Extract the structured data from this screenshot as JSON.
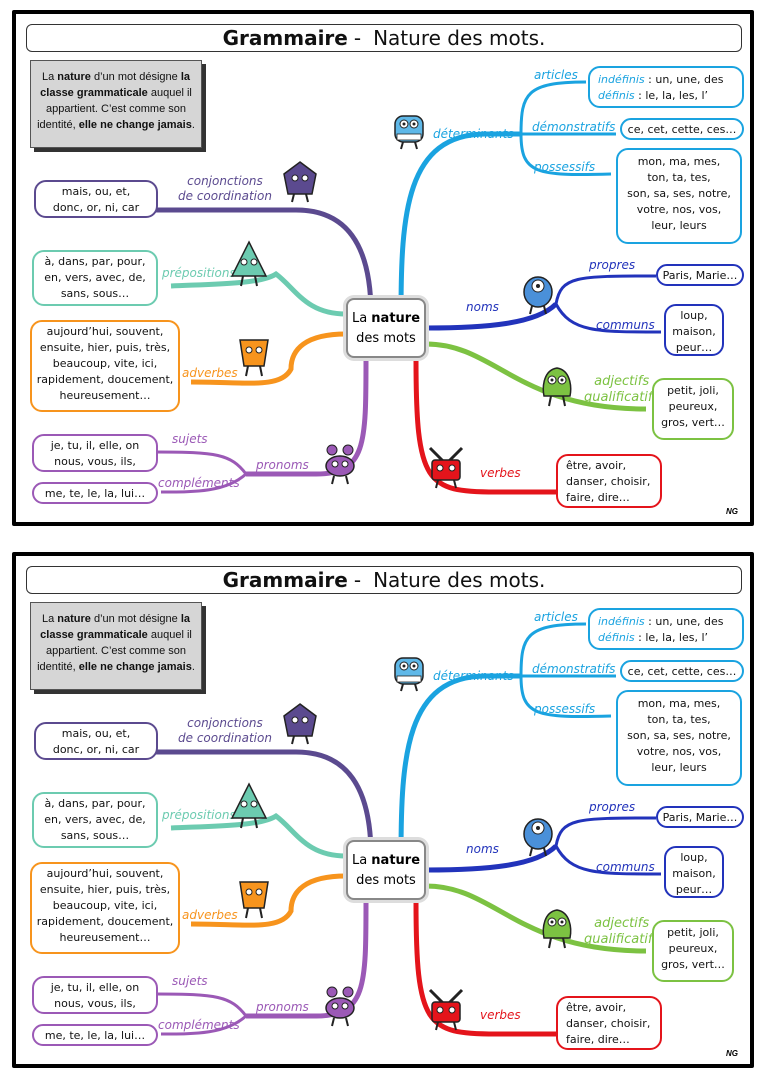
{
  "title": {
    "main": "Grammaire",
    "separator": "-",
    "sub": "Nature des mots."
  },
  "definition": {
    "part1": "La ",
    "bold1": "nature",
    "part2": " d’un mot désigne ",
    "bold2": "la classe grammaticale",
    "part3": " auquel il appartient. C’est comme son identité, ",
    "bold3": "elle ne change jamais",
    "part4": "."
  },
  "center": {
    "line1a": "La ",
    "line1b": "nature",
    "line2": "des mots"
  },
  "branches": {
    "determinants": {
      "label": "déterminants",
      "color": "#1aa3e0",
      "monster_tag": "Déterminant",
      "articles": {
        "label": "articles",
        "indefinis_label": "indéfinis",
        "indefinis_values": " : un, une, des",
        "definis_label": "définis",
        "definis_values": " : le, la, les, l’"
      },
      "demonstratifs": {
        "label": "démonstratifs",
        "values": "ce, cet, cette, ces…"
      },
      "possessifs": {
        "label": "possessifs",
        "values": [
          "mon, ma, mes,",
          "ton, ta, tes,",
          "son, sa, ses, notre,",
          "votre, nos, vos,",
          "leur, leurs"
        ]
      }
    },
    "noms": {
      "label": "noms",
      "color": "#2233bb",
      "monster_tag": "Nom",
      "propres": {
        "label": "propres",
        "values": "Paris, Marie…"
      },
      "communs": {
        "label": "communs",
        "values": [
          "loup,",
          "maison,",
          "peur…"
        ]
      }
    },
    "adjectifs": {
      "label_line1": "adjectifs",
      "label_line2": "qualificatifs",
      "color": "#7cc242",
      "monster_tag": "Adjectif",
      "values": [
        "petit, joli,",
        "peureux,",
        "gros, vert…"
      ]
    },
    "verbes": {
      "label": "verbes",
      "color": "#e4141b",
      "monster_tag": "Verbe",
      "values": [
        "être, avoir,",
        "danser, choisir,",
        "faire, dire…"
      ]
    },
    "conjonctions": {
      "label_line1": "conjonctions",
      "label_line2": "de coordination",
      "color": "#5b4a8f",
      "values": [
        "mais, ou, et,",
        "donc, or, ni, car"
      ]
    },
    "prepositions": {
      "label": "prépositions",
      "color": "#6ccbb0",
      "monster_tag": "Préposition",
      "values": [
        "à, dans, par, pour,",
        "en, vers, avec, de,",
        "sans, sous…"
      ]
    },
    "adverbes": {
      "label": "adverbes",
      "color": "#f7941d",
      "monster_tag": "Adverbe",
      "values": [
        "aujourd’hui, souvent,",
        "ensuite, hier, puis, très,",
        "beaucoup, vite, ici,",
        "rapidement, doucement,",
        "heureusement…"
      ]
    },
    "pronoms": {
      "label": "pronoms",
      "color": "#9b59b6",
      "monster_tag": "Pronom",
      "sujets": {
        "label": "sujets",
        "values": [
          "je, tu, il, elle, on",
          "nous, vous, ils,"
        ]
      },
      "complements": {
        "label": "compléments",
        "values": "me, te, le, la, lui…"
      }
    }
  },
  "signature": "NG"
}
